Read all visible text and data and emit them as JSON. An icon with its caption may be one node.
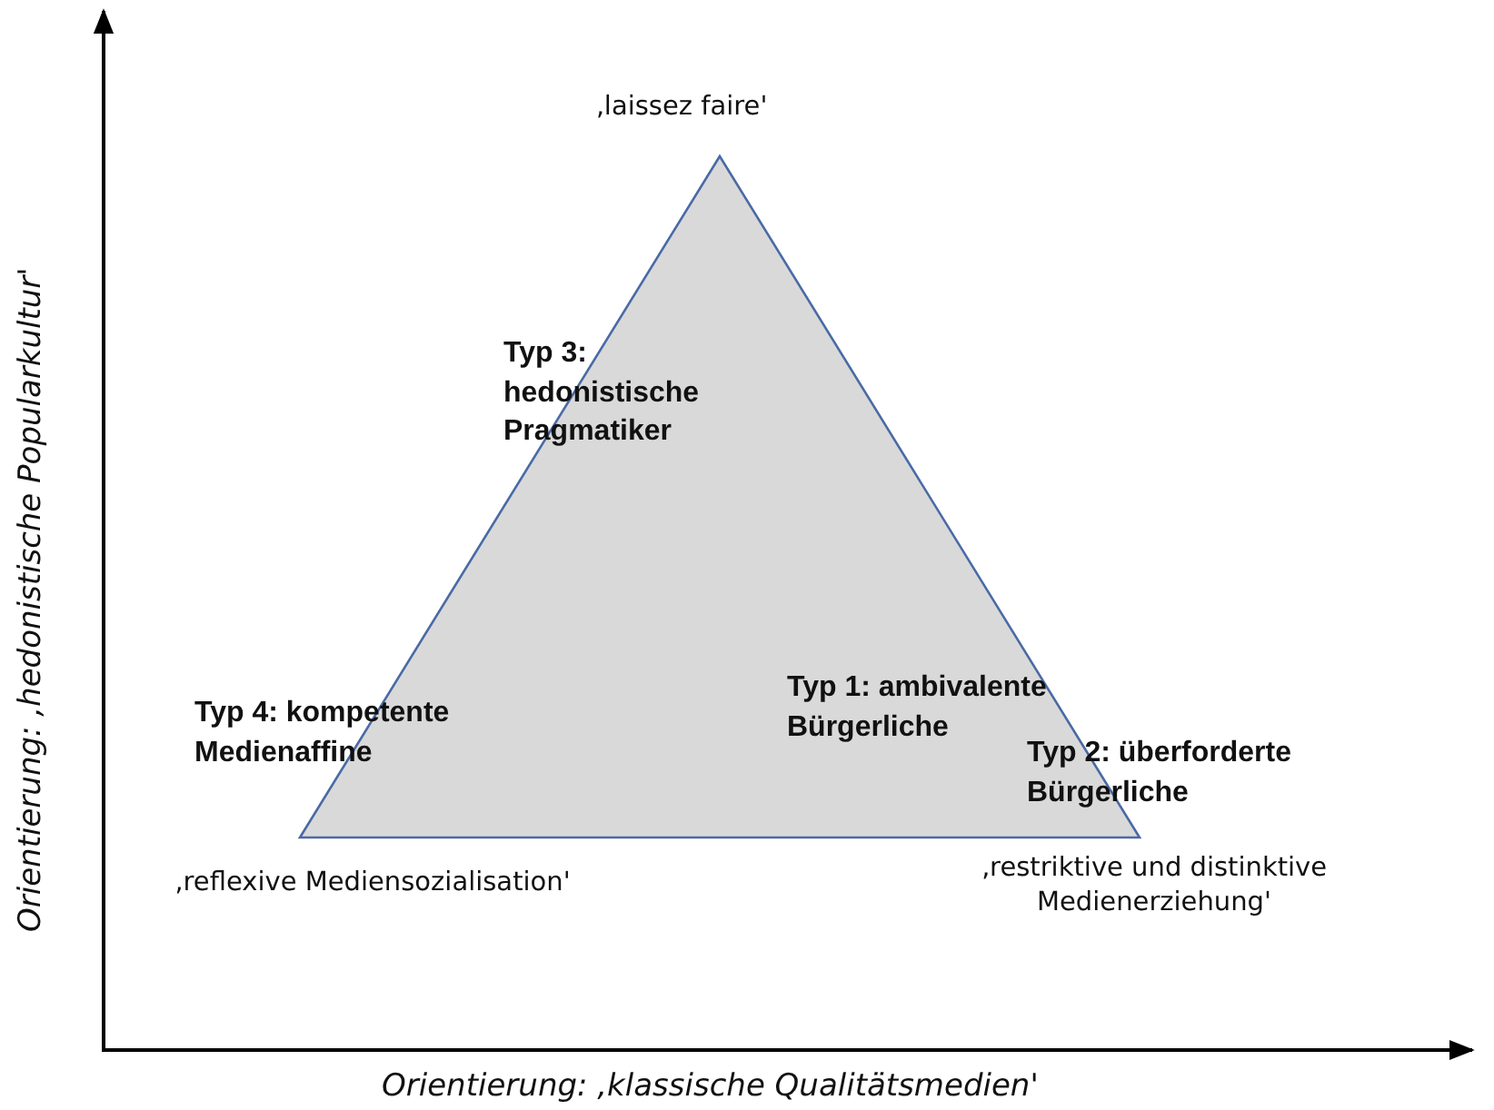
{
  "diagram": {
    "labels": [
      "‚laissez faire'",
      "Typ 3: hedonistische Pragmatiker",
      "Typ 4: kompetente Medienaffine",
      "Typ 1: ambivalente Bürgerliche",
      "Typ 2: überforderte Bürgerliche",
      "‚reflexive Mediensozialisation'",
      "‚restriktive und distinktive Medienerziehung'",
      "Orientierung: ‚hedonistische Popularkultur'",
      "Orientierung: ‚klassische Qualitätsmedien'"
    ]
  }
}
